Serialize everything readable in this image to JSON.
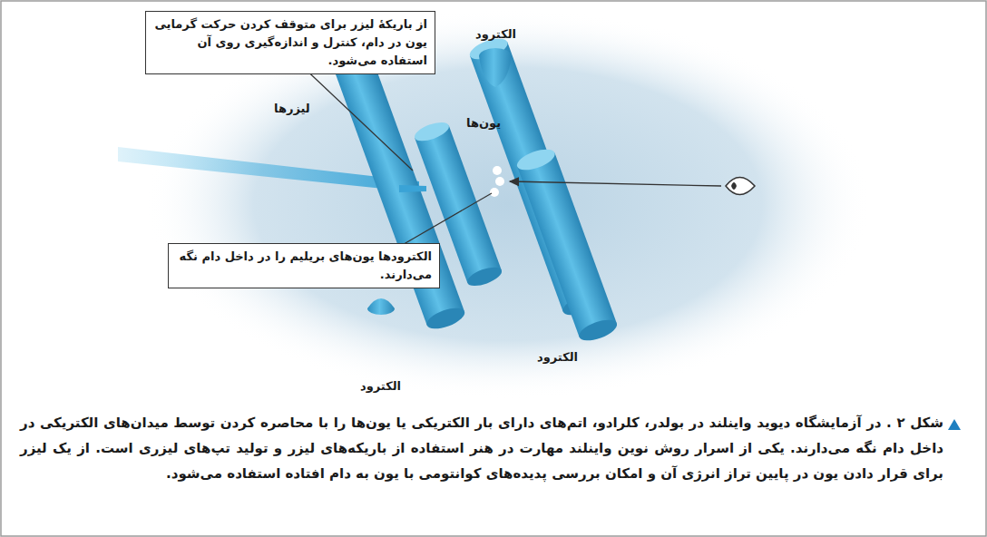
{
  "diagram": {
    "caption": "شکل ۲ . در آزمایشگاه دیوید واینلند در بولدر، کلرادو، اتم‌های دارای بار الکتریکی یا یون‌ها را با محاصره کردن توسط میدان‌های الکتریکی در داخل دام نگه می‌دارند. یکی از اسرار روش نوین واینلند مهارت در هنر استفاده از باریکه‌های لیزر و تولید تپ‌های لیزری است. از یک لیزر برای قرار دادن یون در پایین تراز انرژی آن و امکان بررسی پدیده‌های کوانتومی با یون به دام افتاده استفاده می‌شود.",
    "nodes": [
      {
        "text": [
          "از باریکهٔ لیزر برای متوقف کردن حرکت گرمایی یون در دام، کنترل و اندازه‌گیری روی آن استفاده می‌شود."
        ]
      },
      {
        "text": [
          "الکترودها یون‌های بریلیم را در داخل دام نگه می‌دارند."
        ]
      }
    ],
    "labels": [
      "الکترود",
      "لیزرها",
      "یون‌ها",
      "الکترود",
      "الکترود"
    ]
  }
}
